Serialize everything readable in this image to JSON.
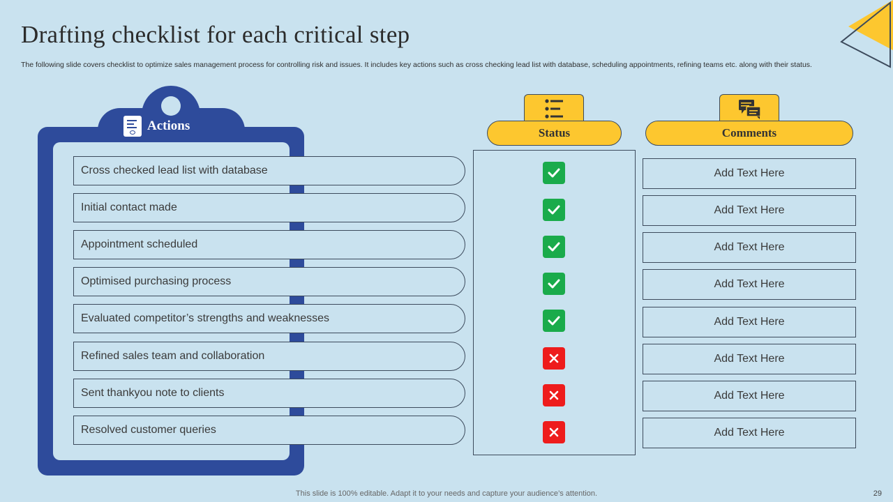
{
  "title": "Drafting checklist for each critical step",
  "subtitle": "The following slide covers checklist to optimize sales management process for controlling risk and issues. It includes key actions such as cross checking lead list with database, scheduling appointments, refining teams etc. along with their status.",
  "actions_label": "Actions",
  "status_label": "Status",
  "comments_label": "Comments",
  "rows": [
    {
      "action": "Cross checked lead list with database",
      "status": "done",
      "comment": "Add Text Here"
    },
    {
      "action": "Initial contact made",
      "status": "done",
      "comment": "Add Text Here"
    },
    {
      "action": "Appointment scheduled",
      "status": "done",
      "comment": "Add Text Here"
    },
    {
      "action": "Optimised purchasing process",
      "status": "done",
      "comment": "Add Text Here"
    },
    {
      "action": "Evaluated competitor’s strengths and weaknesses",
      "status": "done",
      "comment": "Add Text Here"
    },
    {
      "action": "Refined sales team and collaboration",
      "status": "not-done",
      "comment": "Add Text Here"
    },
    {
      "action": "Sent thankyou note to clients",
      "status": "not-done",
      "comment": "Add Text Here"
    },
    {
      "action": "Resolved customer queries",
      "status": "not-done",
      "comment": "Add Text Here"
    }
  ],
  "footer": "This slide is 100% editable. Adapt it to your needs and capture your audience’s attention.",
  "page_number": "29",
  "colors": {
    "background": "#c9e2ef",
    "clipboard": "#2e4b9b",
    "accent_yellow": "#fdc72f",
    "done_green": "#1aab4b",
    "not_done_red": "#ee1c1c"
  },
  "icons": {
    "actions": "clipboard-document-icon",
    "status": "checklist-icon",
    "comments": "chat-bubbles-icon",
    "done": "check-icon",
    "not_done": "cross-icon"
  }
}
